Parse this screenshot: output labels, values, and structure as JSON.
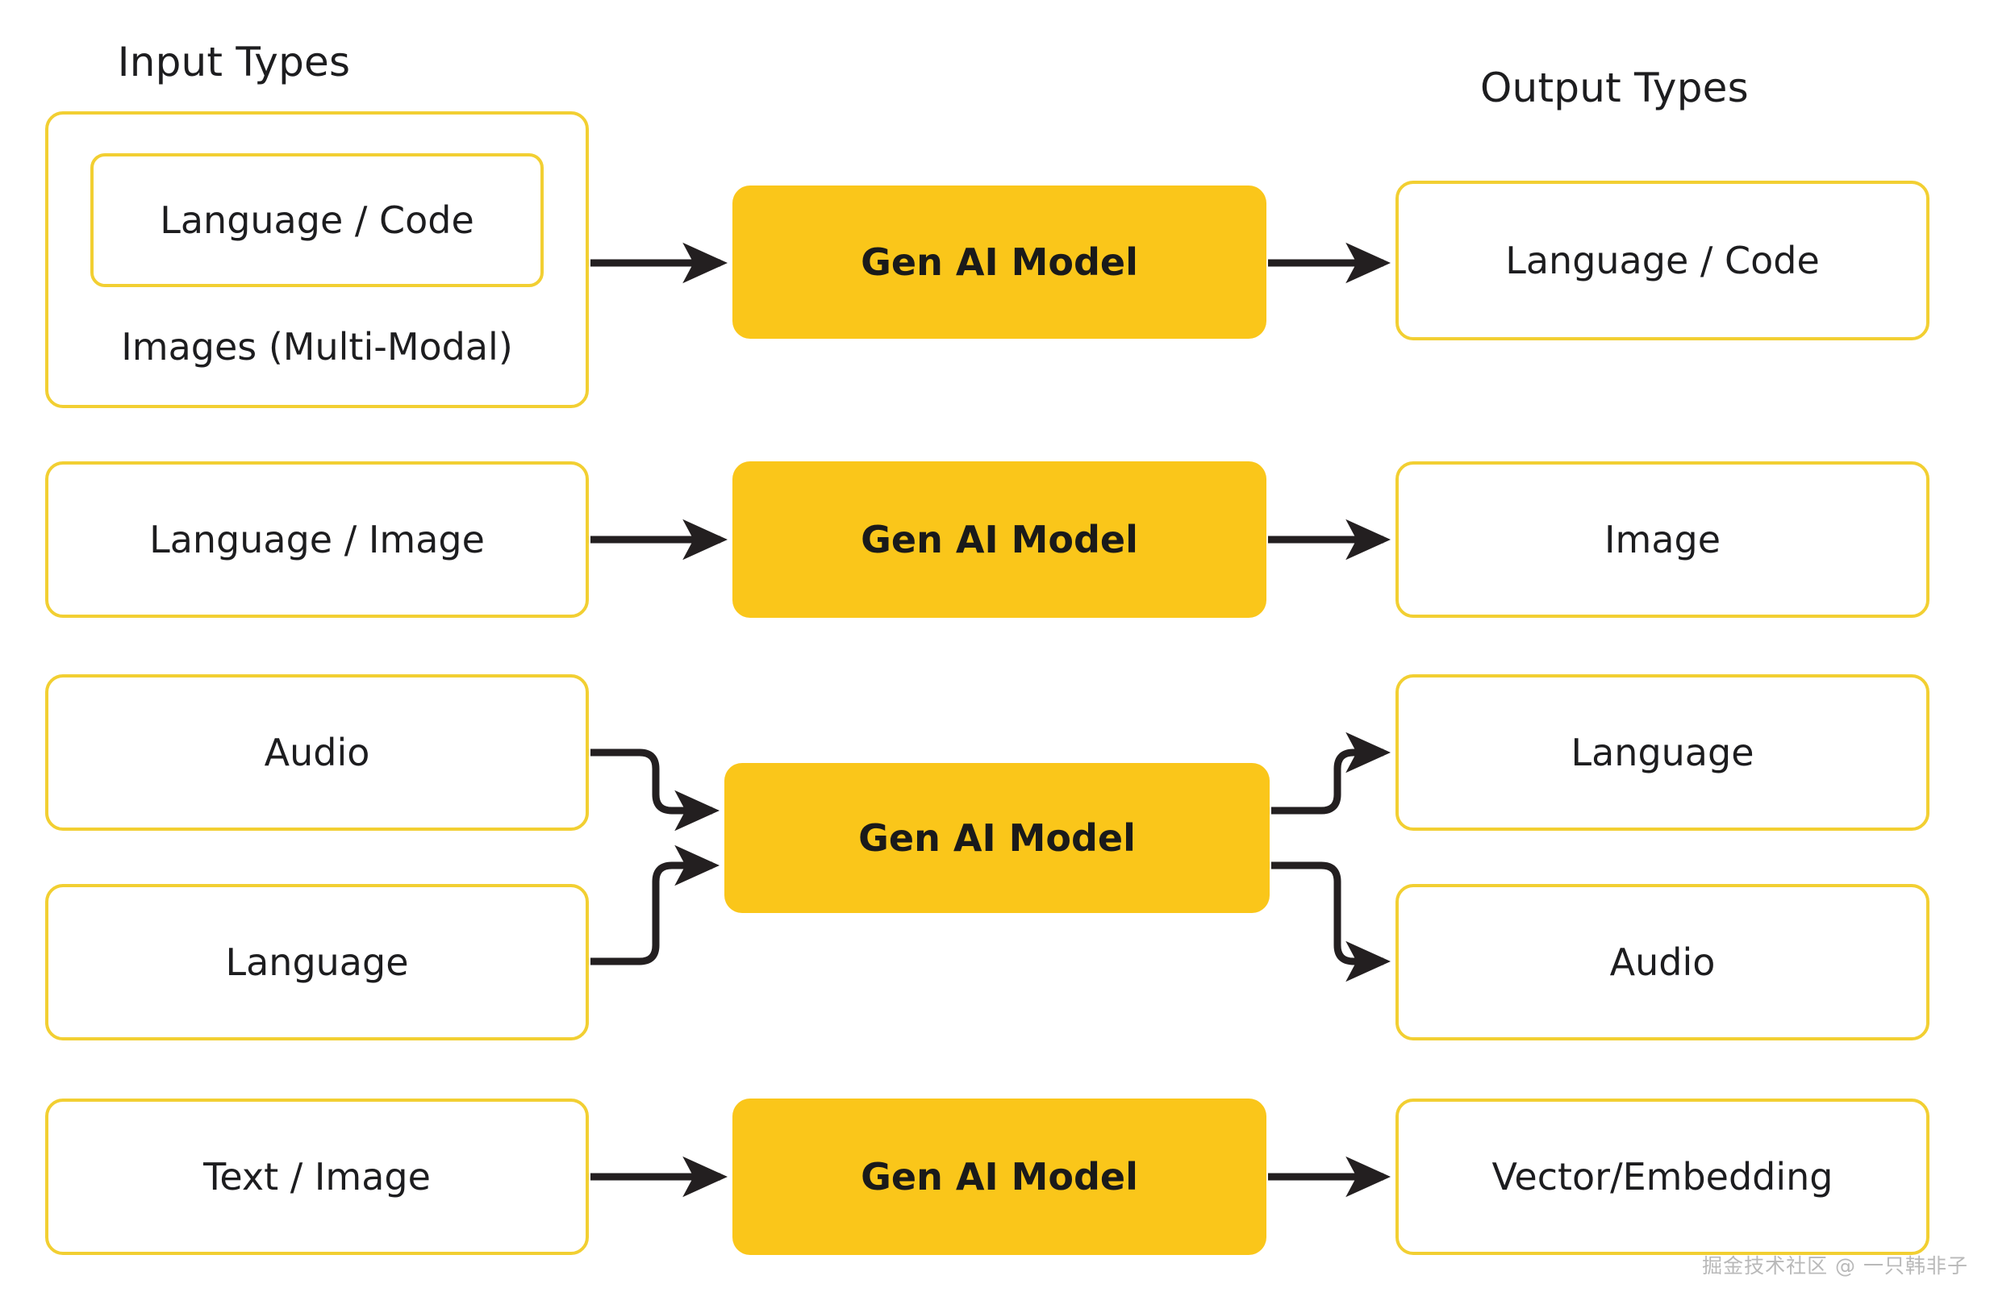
{
  "headers": {
    "input": "Input Types",
    "output": "Output Types"
  },
  "model_label": "Gen AI Model",
  "colors": {
    "box_border": "#F2CF32",
    "model_fill": "#FAC61A",
    "arrow": "#231f20",
    "text": "#1d1d1f",
    "background": "#ffffff",
    "watermark": "#b9b9b9"
  },
  "rows": [
    {
      "id": "row-1",
      "input": {
        "kind": "group",
        "primary": "Language / Code",
        "secondary": "Images (Multi-Modal)"
      },
      "model": "Gen AI Model",
      "outputs": [
        "Language / Code"
      ],
      "connector": "straight"
    },
    {
      "id": "row-2",
      "input": {
        "kind": "simple",
        "primary": "Language / Image"
      },
      "model": "Gen AI Model",
      "outputs": [
        "Image"
      ],
      "connector": "straight"
    },
    {
      "id": "row-3",
      "input": {
        "kind": "pair",
        "primary": "Audio",
        "secondary": "Language"
      },
      "model": "Gen AI Model",
      "outputs": [
        "Language",
        "Audio"
      ],
      "connector": "elbow"
    },
    {
      "id": "row-4",
      "input": {
        "kind": "simple",
        "primary": "Text / Image"
      },
      "model": "Gen AI Model",
      "outputs": [
        "Vector/Embedding"
      ],
      "connector": "straight"
    }
  ],
  "inputs": {
    "r1_primary": "Language / Code",
    "r1_secondary": "Images (Multi-Modal)",
    "r2": "Language / Image",
    "r3_audio": "Audio",
    "r3_language": "Language",
    "r4": "Text / Image"
  },
  "models": {
    "m1": "Gen AI Model",
    "m2": "Gen AI Model",
    "m3": "Gen AI Model",
    "m4": "Gen AI Model"
  },
  "outputs": {
    "o1": "Language / Code",
    "o2": "Image",
    "o3_language": "Language",
    "o3_audio": "Audio",
    "o4": "Vector/Embedding"
  },
  "watermark": "掘金技术社区 @ 一只韩非子"
}
